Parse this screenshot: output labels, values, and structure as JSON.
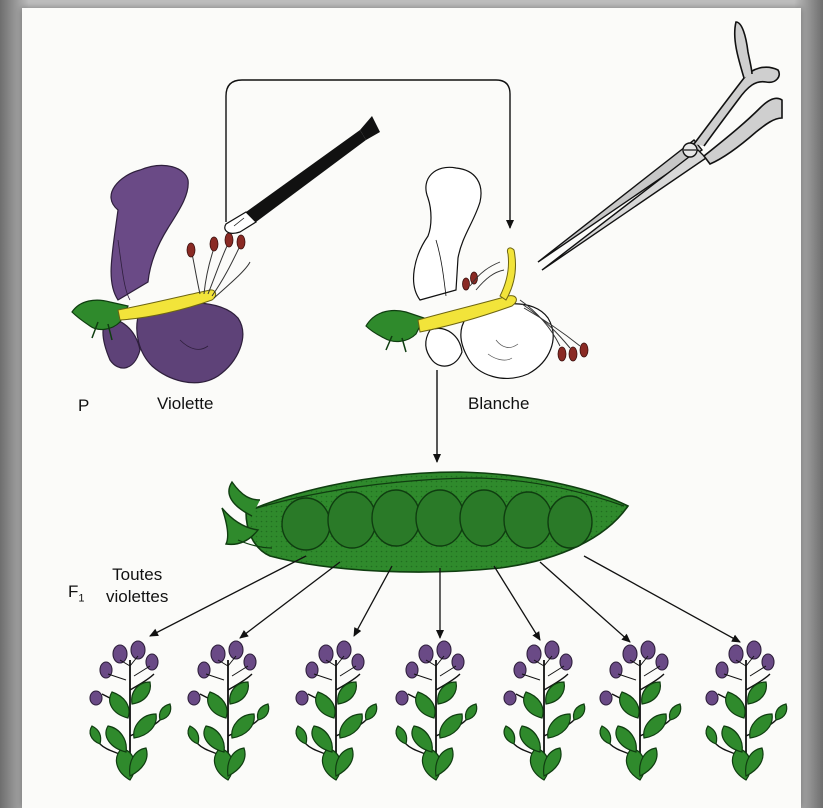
{
  "labels": {
    "generation_p": "P",
    "parent_violet": "Violette",
    "parent_white": "Blanche",
    "generation_f1": "F",
    "generation_f1_sub": "1",
    "f1_line1": "Toutes",
    "f1_line2": "violettes"
  },
  "colors": {
    "paper": "#fbfbf9",
    "violet_petal": "#6a4a86",
    "green": "#2f8a2c",
    "yellow": "#f2e43a",
    "anther": "#8a2a24",
    "ink": "#111111"
  },
  "icons": [
    "paintbrush-icon",
    "scissors-icon",
    "pea-pod-icon",
    "pea-plant-icon"
  ],
  "f1_plant_count": 7
}
